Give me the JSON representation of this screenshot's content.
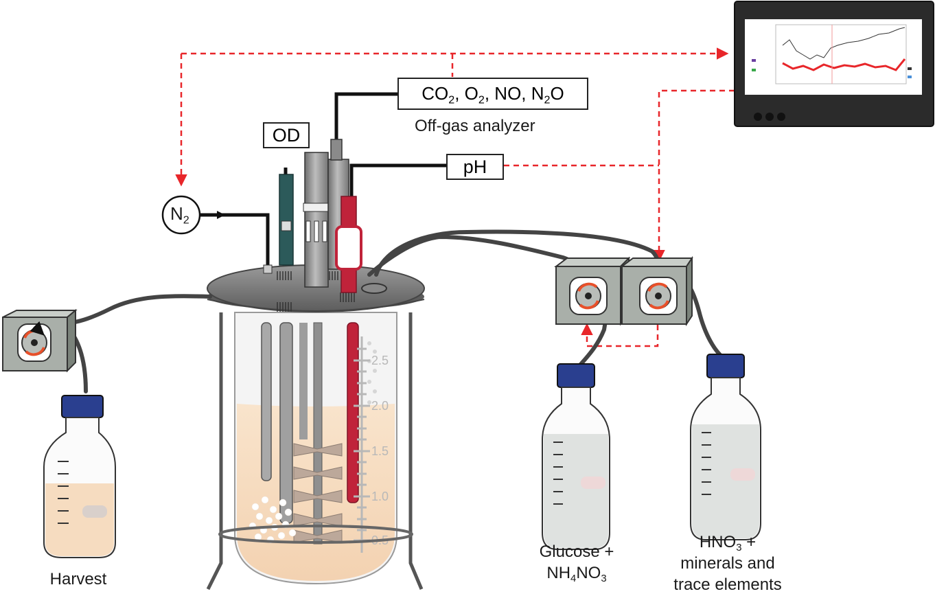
{
  "labels": {
    "od": "OD",
    "ph": "pH",
    "n2_main": "N",
    "n2_sub": "2",
    "gas_co": "CO",
    "gas_co_sub": "2",
    "gas_sep1": ", O",
    "gas_o_sub": "2",
    "gas_no": ", NO, N",
    "gas_n_sub": "2",
    "gas_o": "O",
    "analyzer_caption": "Off-gas analyzer",
    "harvest": "Harvest",
    "feed1_line1": "Glucose +",
    "feed1_nh": "NH",
    "feed1_sub4": "4",
    "feed1_no": "NO",
    "feed1_sub3": "3",
    "feed2_hno": "HNO",
    "feed2_sub3": "3",
    "feed2_plus": " +",
    "feed2_line2": "minerals and",
    "feed2_line3": "trace elements"
  },
  "reactor_scale": [
    "2.5",
    "2.0",
    "1.5",
    "1.0",
    "0.5"
  ],
  "colors": {
    "control_line": "#e8262a",
    "tubing": "#555555",
    "bottle_cap": "#2a3f8f",
    "pump_body": "#a9afa9",
    "broth": "#f6dcc0",
    "probe_red": "#c0233a",
    "probe_teal": "#2c5a5a"
  }
}
